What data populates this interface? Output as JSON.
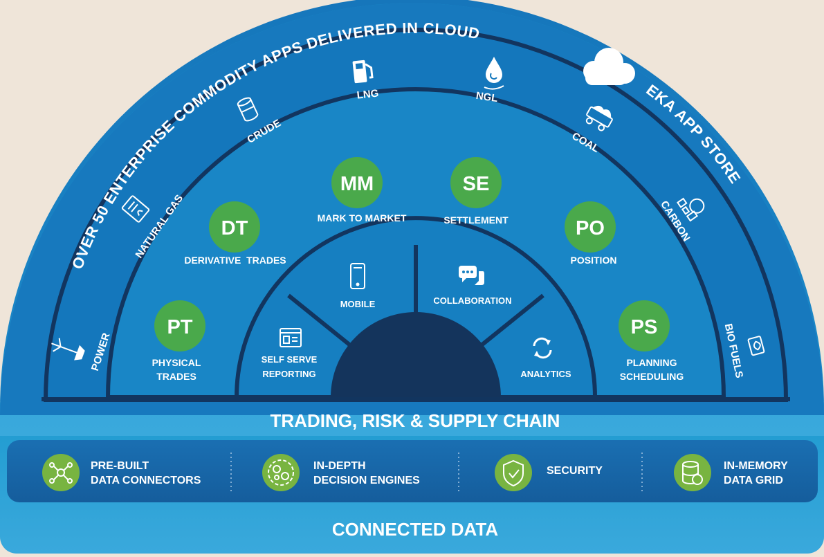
{
  "outer_arc_text": "OVER 50 ENTERPRISE COMMODITY APPS DELIVERED IN CLOUD",
  "app_store_text": "EKA APP STORE",
  "commodities": [
    {
      "label": "POWER",
      "icon": "wind-turbine-icon"
    },
    {
      "label": "NATURAL GAS",
      "icon": "gas-bill-icon"
    },
    {
      "label": "CRUDE",
      "icon": "oil-barrel-icon"
    },
    {
      "label": "LNG",
      "icon": "fuel-pump-icon"
    },
    {
      "label": "NGL",
      "icon": "liquid-drop-icon"
    },
    {
      "label": "COAL",
      "icon": "coal-cart-icon"
    },
    {
      "label": "CARBON",
      "icon": "co2-icon"
    },
    {
      "label": "BIO FUELS",
      "icon": "leaf-tank-icon"
    }
  ],
  "modules": [
    {
      "abbr": "PT",
      "label_lines": [
        "PHYSICAL",
        "TRADES"
      ]
    },
    {
      "abbr": "DT",
      "label_lines": [
        "DERIVATIVE  TRADES"
      ]
    },
    {
      "abbr": "MM",
      "label_lines": [
        "MARK TO MARKET"
      ]
    },
    {
      "abbr": "SE",
      "label_lines": [
        "SETTLEMENT"
      ]
    },
    {
      "abbr": "PO",
      "label_lines": [
        "POSITION"
      ]
    },
    {
      "abbr": "PS",
      "label_lines": [
        "PLANNING",
        "SCHEDULING"
      ]
    }
  ],
  "core_segments": [
    {
      "label_lines": [
        "SELF SERVE",
        "REPORTING"
      ],
      "icon": "report-icon"
    },
    {
      "label_lines": [
        "MOBILE"
      ],
      "icon": "mobile-phone-icon"
    },
    {
      "label_lines": [
        "COLLABORATION"
      ],
      "icon": "chat-bubbles-icon"
    },
    {
      "label_lines": [
        "ANALYTICS"
      ],
      "icon": "refresh-cycle-icon"
    }
  ],
  "platform_title": "TRADING, RISK & SUPPLY CHAIN",
  "features": [
    {
      "label_lines": [
        "PRE-BUILT",
        "DATA CONNECTORS"
      ],
      "icon": "network-nodes-icon"
    },
    {
      "label_lines": [
        "IN-DEPTH",
        "DECISION ENGINES"
      ],
      "icon": "gears-brain-icon"
    },
    {
      "label_lines": [
        "SECURITY"
      ],
      "icon": "shield-check-icon"
    },
    {
      "label_lines": [
        "IN-MEMORY",
        "DATA GRID"
      ],
      "icon": "database-icon"
    }
  ],
  "footer_title": "CONNECTED DATA",
  "colors": {
    "background": "#efe5d9",
    "outer_band": "#1479bd",
    "inner_band": "#1a86c5",
    "core": "#157fc0",
    "hub": "#14345c",
    "outline": "#123a66",
    "module_green": "#4aa94b",
    "feature_green": "#78b441",
    "feature_bar": "#1864a6",
    "base_top": "#1696cd",
    "base_bottom": "#35a6db"
  }
}
